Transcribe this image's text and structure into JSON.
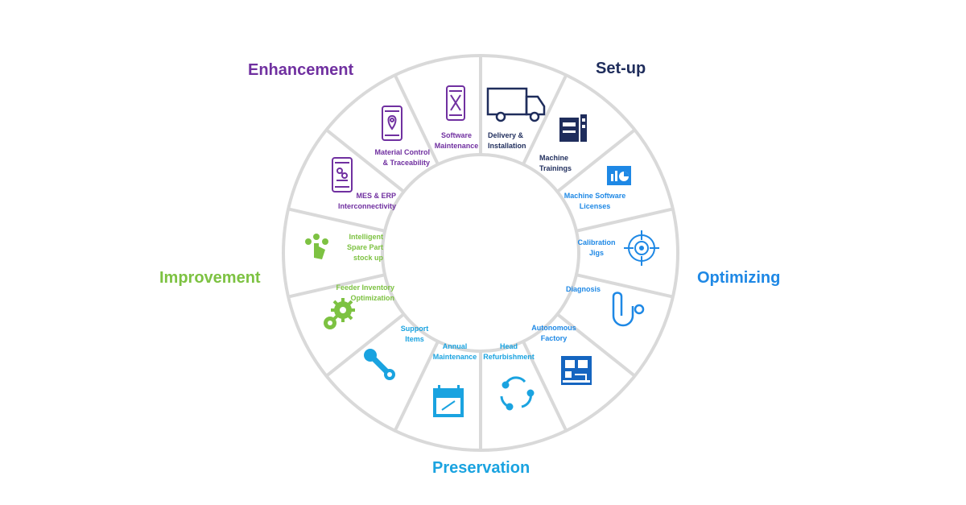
{
  "colors": {
    "enhancement": "#7030a0",
    "setup": "#1f2d5c",
    "optimizing": "#1e88e5",
    "preservation": "#1aa3e0",
    "improvement": "#7dc242",
    "ring": "#d9d9d9"
  },
  "categories": {
    "enhancement": "Enhancement",
    "setup": "Set-up",
    "optimizing": "Optimizing",
    "preservation": "Preservation",
    "improvement": "Improvement"
  },
  "segments": {
    "software_maintenance": {
      "label": "Software\nMaintenance",
      "icon": "phone-wrench-icon"
    },
    "delivery_installation": {
      "label": "Delivery &\nInstallation",
      "icon": "truck-icon"
    },
    "machine_trainings": {
      "label": "Machine\nTrainings",
      "icon": "machine-icon"
    },
    "machine_software_licenses": {
      "label": "Machine Software\nLicenses",
      "icon": "chart-icon"
    },
    "calibration_jigs": {
      "label": "Calibration\nJigs",
      "icon": "target-icon"
    },
    "diagnosis": {
      "label": "Diagnosis",
      "icon": "stethoscope-icon"
    },
    "autonomous_factory": {
      "label": "Autonomous\nFactory",
      "icon": "circuit-board-icon"
    },
    "head_refurbishment": {
      "label": "Head\nRefurbishment",
      "icon": "cycle-icon"
    },
    "annual_maintenance": {
      "label": "Annual\nMaintenance",
      "icon": "calendar-icon"
    },
    "support_items": {
      "label": "Support\nItems",
      "icon": "wrench-icon"
    },
    "feeder_inventory": {
      "label": "Feeder Inventory\nOptimization",
      "icon": "gears-icon"
    },
    "spare_part": {
      "label": "Intelligent\nSpare Part\nstock up",
      "icon": "hand-touch-icon"
    },
    "mes_erp": {
      "label": "MES & ERP\nInterconnectivity",
      "icon": "phone-link-icon"
    },
    "material_control": {
      "label": "Material Control\n& Traceability",
      "icon": "phone-location-icon"
    }
  }
}
